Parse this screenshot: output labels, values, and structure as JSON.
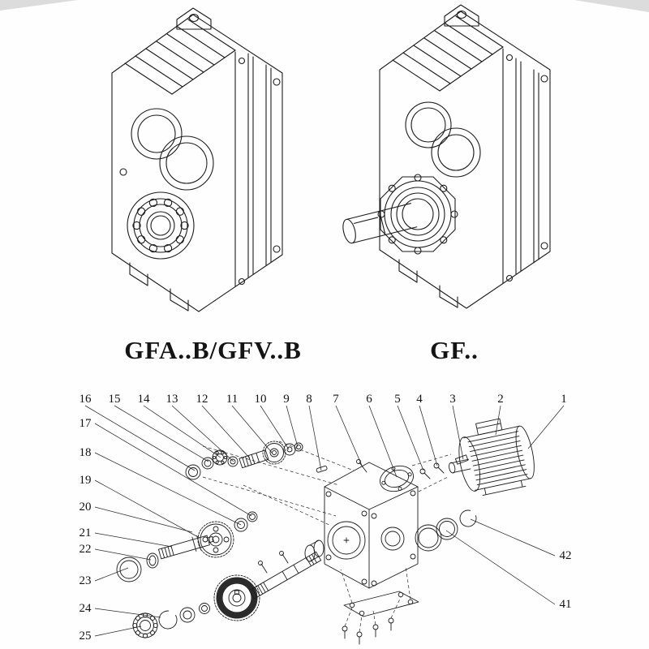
{
  "models": {
    "left_label": "GFA..B/GFV..B",
    "right_label": "GF.."
  },
  "callouts": {
    "top": [
      "16",
      "15",
      "14",
      "13",
      "12",
      "11",
      "10",
      "9",
      "8",
      "7",
      "6",
      "5",
      "4",
      "3",
      "2",
      "1"
    ],
    "left": [
      "17",
      "18",
      "19",
      "20",
      "21",
      "22",
      "23",
      "24",
      "25"
    ],
    "right": [
      "42",
      "41"
    ]
  },
  "drawings": {
    "left_view": "flange/shaft mounted helical gear unit, isometric line drawing",
    "right_view": "foot mounted helical gear unit with output shaft, isometric line drawing",
    "exploded_view": "exploded parts diagram of gear unit with motor"
  },
  "colors": {
    "paper": "#fefefe",
    "line": "#1c1c1c"
  }
}
